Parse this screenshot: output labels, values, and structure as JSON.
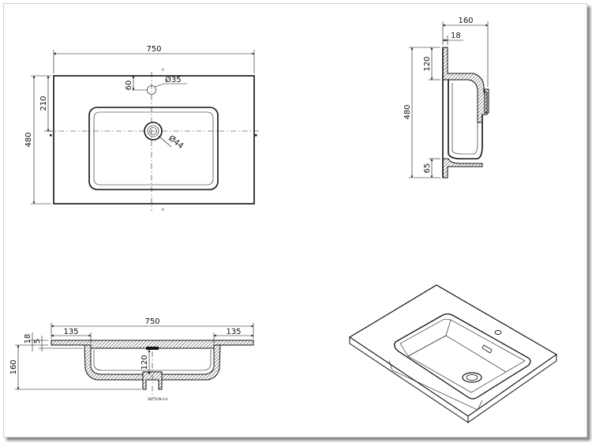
{
  "dimensions": {
    "top_width": "750",
    "top_height": "480",
    "top_tap_offset": "210",
    "top_tap_edge": "60",
    "tap_hole_diameter": "Ø35",
    "drain_diameter": "Ø44",
    "side_depth": "160",
    "side_slab": "18",
    "side_top_lip": "120",
    "side_height": "480",
    "side_bottom_lip": "65",
    "front_width": "750",
    "front_left_margin": "135",
    "front_right_margin": "135",
    "front_height": "160",
    "front_slab": "18",
    "front_small": "5",
    "front_bowl_depth": "120"
  },
  "section_marker": "A",
  "front_caption": "SECTION A-A",
  "colors": {
    "line": "#111111",
    "sheet_shadow": "#8a8a8a"
  }
}
